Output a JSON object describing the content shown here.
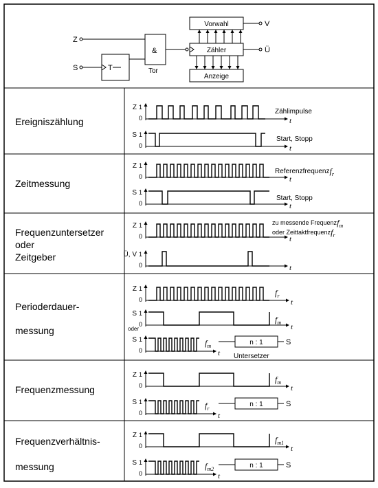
{
  "block_diagram": {
    "input_z": "Z",
    "input_s": "S",
    "flipflop_label": "T",
    "gate_symbol": "&",
    "gate_label": "Tor",
    "preset_label": "Vorwahl",
    "counter_label": "Zähler",
    "display_label": "Anzeige",
    "output_v": "V",
    "output_u": "Ü"
  },
  "rows": [
    {
      "name": [
        "Ereigniszählung"
      ],
      "signals": [
        {
          "axis": "Z",
          "label": "Zählimpulse",
          "pattern": "irregular"
        },
        {
          "axis": "S",
          "label": "Start, Stopp",
          "pattern": "start-stop"
        }
      ]
    },
    {
      "name": [
        "Zeitmessung"
      ],
      "signals": [
        {
          "axis": "Z",
          "label": "Referenzfrequenz",
          "symbol": "f",
          "sub": "r",
          "pattern": "regular"
        },
        {
          "axis": "S",
          "label": "Start, Stopp",
          "pattern": "start-stop"
        }
      ]
    },
    {
      "name": [
        "Frequenzuntersetzer",
        "oder",
        "Zeitgeber"
      ],
      "signals": [
        {
          "axis": "Z",
          "label": "zu messende Frequenz",
          "symbol": "f",
          "sub": "m",
          "label2": "oder Zeittaktfrequenz",
          "symbol2": "f",
          "sub2": "r",
          "pattern": "regular"
        },
        {
          "axis": "Ü, V",
          "pattern": "pulses"
        }
      ]
    },
    {
      "name": [
        "Perioderdauer-",
        "messung"
      ],
      "or_label": "oder",
      "signals": [
        {
          "axis": "Z",
          "symbol": "f",
          "sub": "r",
          "pattern": "regular"
        },
        {
          "axis": "S",
          "symbol": "f",
          "sub": "m",
          "pattern": "square"
        },
        {
          "axis": "S",
          "symbol": "f",
          "sub": "m",
          "pattern": "fast-burst",
          "divider": "n : 1",
          "divider_out": "S",
          "divider_caption": "Untersetzer"
        }
      ]
    },
    {
      "name": [
        "Frequenzmessung"
      ],
      "signals": [
        {
          "axis": "Z",
          "symbol": "f",
          "sub": "m",
          "pattern": "square"
        },
        {
          "axis": "S",
          "symbol": "f",
          "sub": "r",
          "pattern": "fast-burst",
          "divider": "n : 1",
          "divider_out": "S"
        }
      ]
    },
    {
      "name": [
        "Frequenzverhältnis-",
        "messung"
      ],
      "signals": [
        {
          "axis": "Z",
          "symbol": "f",
          "sub": "m1",
          "pattern": "square"
        },
        {
          "axis": "S",
          "symbol": "f",
          "sub": "m2",
          "pattern": "fast-burst",
          "divider": "n : 1",
          "divider_out": "S"
        }
      ]
    }
  ],
  "axis": {
    "one": "1",
    "zero": "0",
    "time": "t"
  }
}
